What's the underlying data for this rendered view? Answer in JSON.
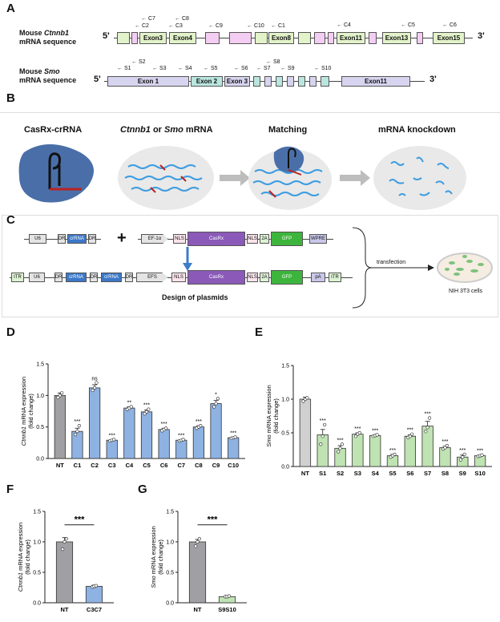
{
  "panels": {
    "a": "A",
    "b": "B",
    "c": "C",
    "d": "D",
    "e": "E",
    "f": "F",
    "g": "G"
  },
  "panel_a": {
    "ctnnb1_gene": "Ctnnb1",
    "ctnnb1_prefix": "Mouse ",
    "ctnnb1_suffix": "mRNA sequence",
    "smo_gene": "Smo",
    "smo_prefix": "Mouse ",
    "smo_suffix": "mRNA sequence",
    "five_prime": "5'",
    "three_prime": "3'",
    "ctnnb1_exons": [
      "Exon3",
      "Exon4",
      "Exon8",
      "Exon11",
      "Exon13",
      "Exon15"
    ],
    "smo_exons": [
      "Exon 1",
      "Exon 2",
      "Exon 3",
      "Exon11"
    ],
    "ctnnb1_primers": [
      "C7",
      "C8",
      "C2",
      "C3",
      "C9",
      "C10",
      "C1",
      "C4",
      "C5",
      "C6"
    ],
    "smo_primers": [
      "S2",
      "S1",
      "S3",
      "S4",
      "S5",
      "S6",
      "S8",
      "S7",
      "S9",
      "S10"
    ]
  },
  "panel_b": {
    "step1": "CasRx-crRNA",
    "step2_gene1": "Ctnnb1",
    "step2_or": " or ",
    "step2_gene2": "Smo",
    "step2_suffix": " mRNA",
    "step3": "Matching",
    "step4": "mRNA knockdown"
  },
  "panel_c": {
    "row1": [
      "U6",
      "DR",
      "crRNA",
      "DR"
    ],
    "plus": "+",
    "row1b": [
      "EF-1α",
      "NLS",
      "CasRx",
      "NLS",
      "2A",
      "GFP",
      "WPRE"
    ],
    "row2": [
      "ITR",
      "U6",
      "DR",
      "crRNA",
      "DR",
      "crRNA",
      "DR",
      "EFS",
      "NLS",
      "CasRx",
      "NLS",
      "2A",
      "GFP",
      "pA",
      "ITR"
    ],
    "design_label": "Design of plasmids",
    "transfection": "transfection",
    "cells": "NIH 3T3 cells"
  },
  "colors": {
    "grey_bar": "#a0a0a4",
    "blue_bar": "#8eb2e2",
    "green_bar": "#bfe3b2",
    "light_grey": "#d0d0d0"
  },
  "chart_data": [
    {
      "id": "D",
      "type": "bar",
      "ylabel_gene": "Ctnnb1",
      "ylabel_rest": " mRNA  expression",
      "ylabel2": "(fold change)",
      "ylim": [
        0,
        1.5
      ],
      "yticks": [
        "0.0",
        "0.5",
        "1.0",
        "1.5"
      ],
      "categories": [
        "NT",
        "C1",
        "C2",
        "C3",
        "C4",
        "C5",
        "C6",
        "C7",
        "C8",
        "C9",
        "C10"
      ],
      "values": [
        1.0,
        0.43,
        1.12,
        0.29,
        0.8,
        0.74,
        0.46,
        0.29,
        0.5,
        0.87,
        0.33
      ],
      "errors": [
        0.04,
        0.05,
        0.05,
        0.01,
        0.02,
        0.03,
        0.02,
        0.01,
        0.02,
        0.05,
        0.01
      ],
      "points": [
        [
          0.97,
          1.0,
          1.04
        ],
        [
          0.38,
          0.43,
          0.52
        ],
        [
          1.08,
          1.12,
          1.2
        ],
        [
          0.28,
          0.29,
          0.3
        ],
        [
          0.78,
          0.8,
          0.82
        ],
        [
          0.71,
          0.74,
          0.78
        ],
        [
          0.44,
          0.46,
          0.48
        ],
        [
          0.28,
          0.29,
          0.3
        ],
        [
          0.48,
          0.5,
          0.52
        ],
        [
          0.82,
          0.87,
          0.95
        ],
        [
          0.32,
          0.33,
          0.34
        ]
      ],
      "sig": [
        "",
        "***",
        "ns",
        "***",
        "**",
        "***",
        "***",
        "***",
        "***",
        "*",
        "***"
      ]
    },
    {
      "id": "E",
      "type": "bar",
      "ylabel_gene": "Smo",
      "ylabel_rest": " mRNA  expression",
      "ylabel2": "(fold change)",
      "ylim": [
        0,
        1.5
      ],
      "yticks": [
        "0.0",
        "0.5",
        "1.0",
        "1.5"
      ],
      "categories": [
        "NT",
        "S1",
        "S2",
        "S3",
        "S4",
        "S5",
        "S6",
        "S7",
        "S8",
        "S9",
        "S10"
      ],
      "values": [
        1.0,
        0.47,
        0.27,
        0.48,
        0.46,
        0.16,
        0.45,
        0.6,
        0.28,
        0.14,
        0.16
      ],
      "errors": [
        0.03,
        0.08,
        0.04,
        0.02,
        0.01,
        0.02,
        0.02,
        0.07,
        0.02,
        0.03,
        0.01
      ],
      "points": [
        [
          0.97,
          1.0,
          1.02
        ],
        [
          0.33,
          0.45,
          0.62
        ],
        [
          0.22,
          0.27,
          0.33
        ],
        [
          0.45,
          0.48,
          0.5
        ],
        [
          0.45,
          0.46,
          0.47
        ],
        [
          0.14,
          0.16,
          0.18
        ],
        [
          0.43,
          0.45,
          0.48
        ],
        [
          0.52,
          0.58,
          0.72
        ],
        [
          0.26,
          0.28,
          0.31
        ],
        [
          0.1,
          0.14,
          0.18
        ],
        [
          0.15,
          0.16,
          0.17
        ]
      ],
      "sig": [
        "",
        "***",
        "***",
        "***",
        "***",
        "***",
        "***",
        "***",
        "***",
        "***",
        "***"
      ]
    },
    {
      "id": "F",
      "type": "bar",
      "ylabel_gene": "Ctnnb1",
      "ylabel_rest": " mRNA expression",
      "ylabel2": "(fold change)",
      "ylim": [
        0,
        1.5
      ],
      "yticks": [
        "0.0",
        "0.5",
        "1.0",
        "1.5"
      ],
      "categories": [
        "NT",
        "C3C7"
      ],
      "values": [
        1.0,
        0.27
      ],
      "errors": [
        0.07,
        0.02
      ],
      "points": [
        [
          0.88,
          1.0,
          1.05
        ],
        [
          0.26,
          0.27,
          0.28
        ]
      ],
      "sig": [
        "***"
      ]
    },
    {
      "id": "G",
      "type": "bar",
      "ylabel_gene": "Smo",
      "ylabel_rest": " mRNA  expression",
      "ylabel2": "(fold change)",
      "ylim": [
        0,
        1.5
      ],
      "yticks": [
        "0.0",
        "0.5",
        "1.0",
        "1.5"
      ],
      "categories": [
        "NT",
        "S9S10"
      ],
      "values": [
        1.0,
        0.1
      ],
      "errors": [
        0.04,
        0.01
      ],
      "points": [
        [
          0.93,
          1.0,
          1.05
        ],
        [
          0.1,
          0.1,
          0.11
        ]
      ],
      "sig": [
        "***"
      ]
    }
  ]
}
